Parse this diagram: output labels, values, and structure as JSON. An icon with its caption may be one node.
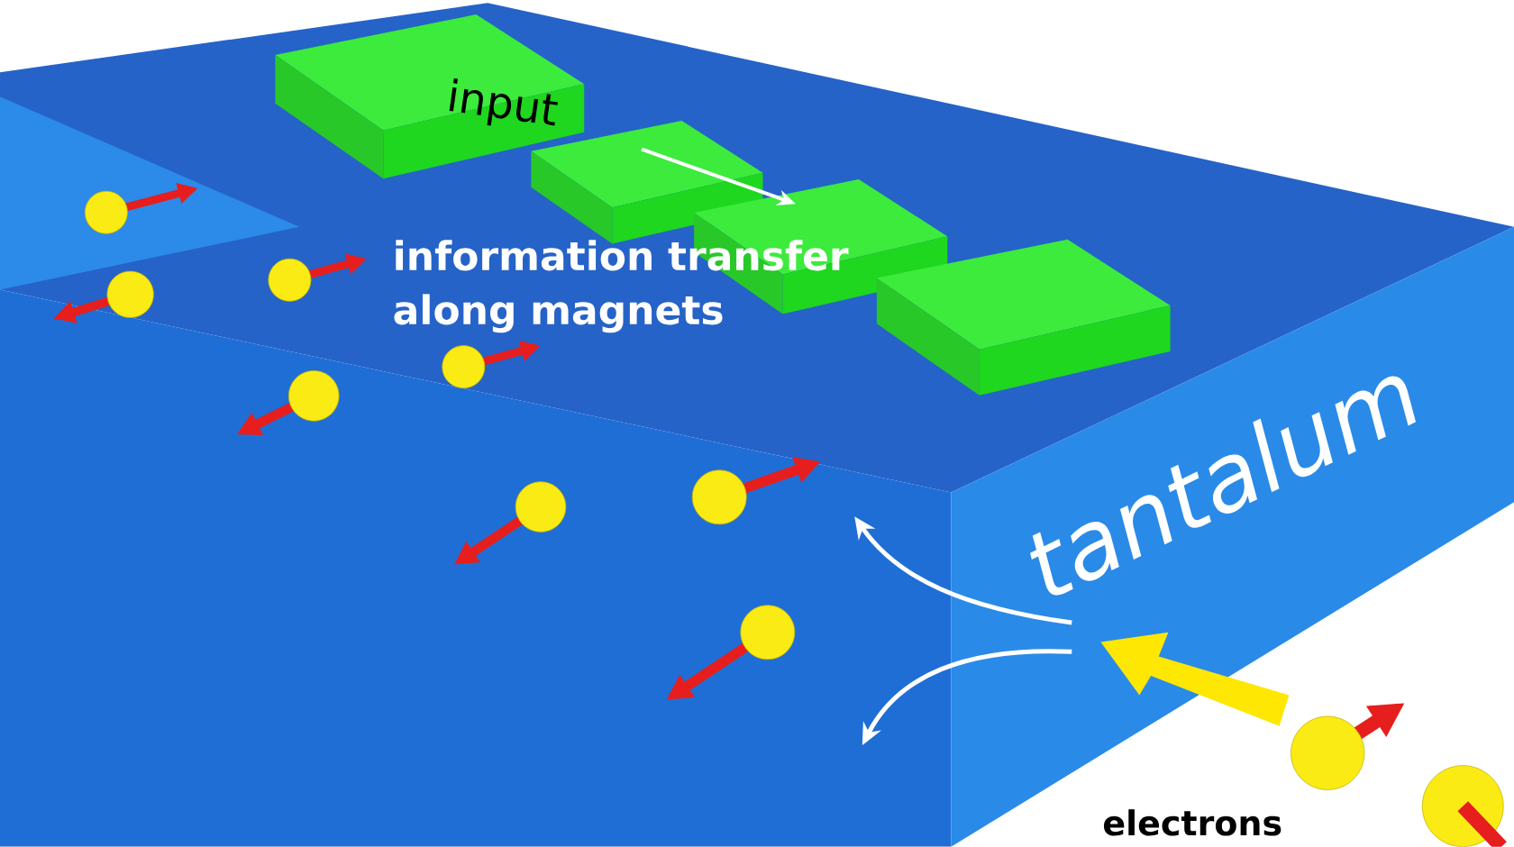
{
  "diagram": {
    "nodes": [
      {
        "text": [
          "input"
        ]
      },
      {
        "text": [],
        "shape": "box"
      },
      {
        "text": [],
        "shape": "box"
      },
      {
        "text": [],
        "shape": "box"
      }
    ],
    "edges": [
      {
        "from": 1,
        "to": 2,
        "arrow": "to"
      }
    ],
    "labels": [
      "information transfer along magnets",
      "tantalum",
      "electrons"
    ]
  }
}
